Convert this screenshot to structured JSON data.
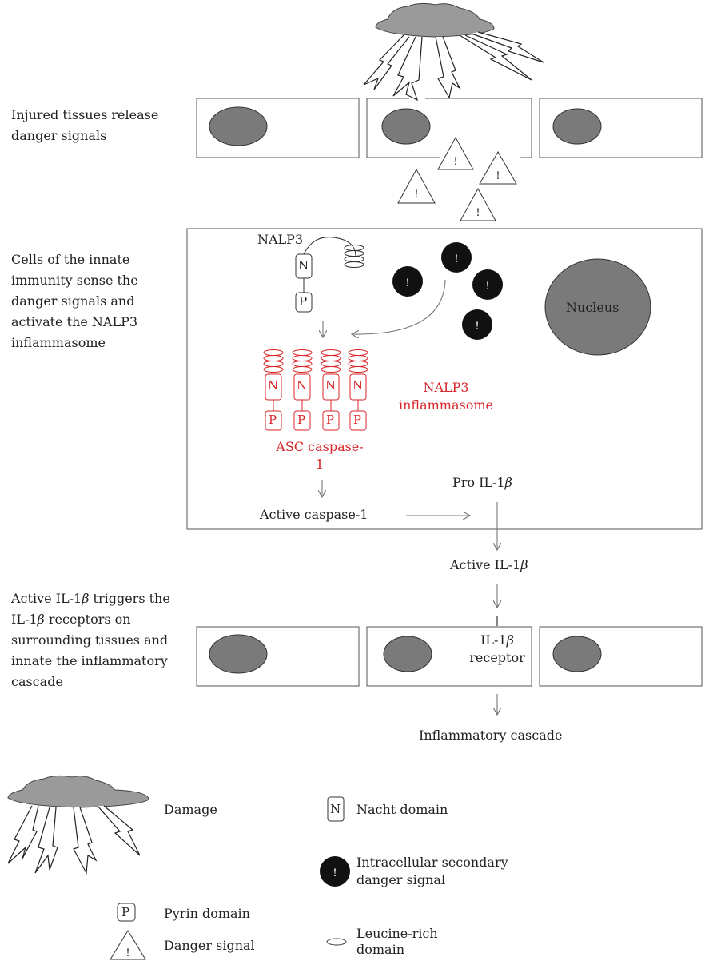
{
  "sections": {
    "injury": "Injured tissues release danger signals",
    "sensing": "Cells of the innate immunity sense the danger signals and activate the NALP3 inflammasome",
    "receptors_prefix": "Active IL-1",
    "receptors_mid": " triggers the IL-1",
    "receptors_suffix": " receptors on surrounding tissues and innate the inflammatory cascade"
  },
  "cell": {
    "nalp3": "NALP3",
    "nucleus": "Nucleus",
    "inflammasome": "NALP3 inflammasome",
    "asc_caspase": "ASC caspase-1",
    "active_caspase": "Active caspase-1",
    "pro_il": "Pro IL-1",
    "n": "N",
    "p": "P",
    "bang": "!"
  },
  "outside": {
    "active_il": "Active IL-1",
    "receptor_il": "IL-1",
    "receptor_word": "receptor",
    "cascade": "Inflammatory cascade"
  },
  "greek": {
    "beta": "β"
  },
  "legend": {
    "damage": "Damage",
    "nacht": "Nacht domain",
    "pyrin": "Pyrin domain",
    "secondary": "Intracellular secondary danger signal",
    "danger": "Danger signal",
    "leucine": "Leucine-rich domain"
  },
  "colors": {
    "red": "#d9262a",
    "nucleus_gray": "#7a7a7a",
    "cloud_gray": "#9a9a9a",
    "black": "#111111"
  }
}
